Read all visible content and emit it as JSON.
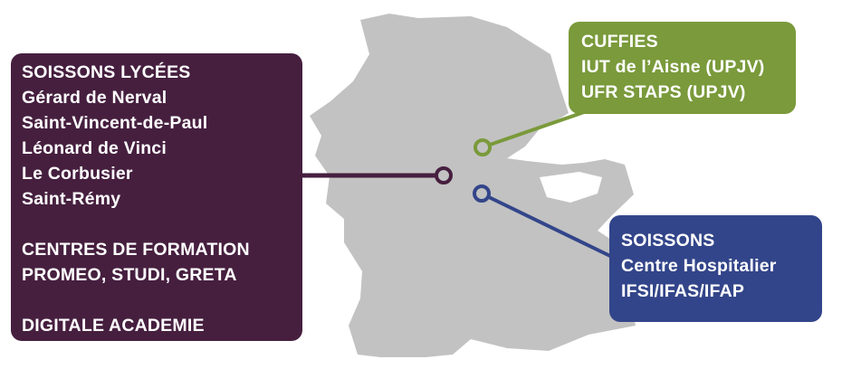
{
  "colors": {
    "map_fill": "#c2c2c2",
    "lycees": "#461f3f",
    "cuffies": "#7a9a3b",
    "soissons": "#33458a"
  },
  "lycees_box": {
    "heading": "SOISSONS LYCÉES",
    "schools": [
      "Gérard de Nerval",
      "Saint-Vincent-de-Paul",
      "Léonard de Vinci",
      "Le Corbusier",
      "Saint-Rémy"
    ],
    "centres_heading": "CENTRES DE FORMATION",
    "centres": "PROMEO, STUDI, GRETA",
    "academie": "DIGITALE ACADEMIE"
  },
  "cuffies_box": {
    "heading": "CUFFIES",
    "lines": [
      "IUT de l’Aisne (UPJV)",
      "UFR STAPS (UPJV)"
    ]
  },
  "soissons_box": {
    "heading": "SOISSONS",
    "lines": [
      "Centre Hospitalier",
      "IFSI/IFAS/IFAP"
    ]
  }
}
